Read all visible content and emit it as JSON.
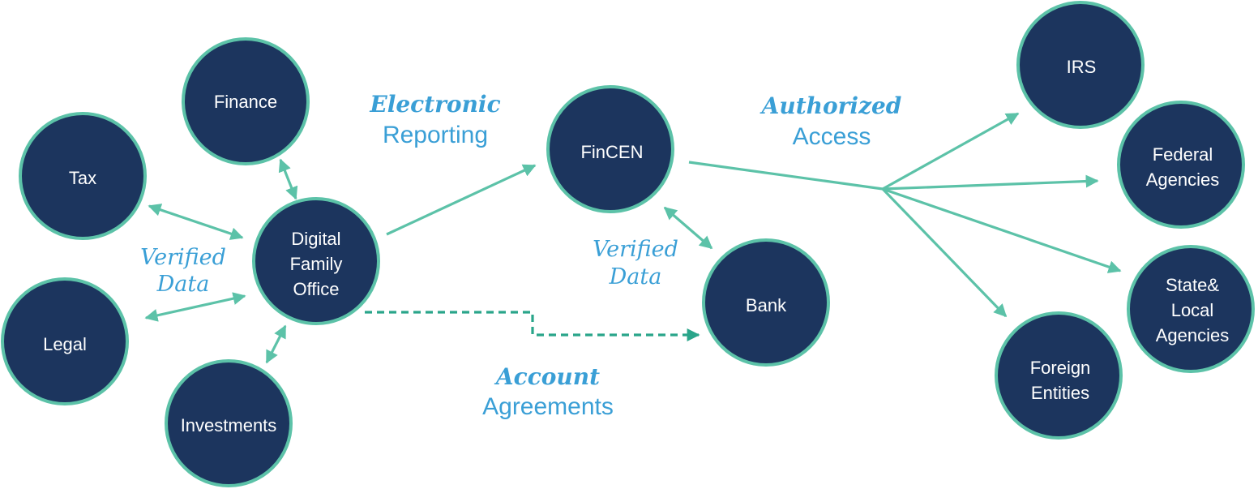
{
  "nodes": {
    "finance": "Finance",
    "tax": "Tax",
    "legal": "Legal",
    "investments": "Investments",
    "dfo": [
      "Digital",
      "Family",
      "Office"
    ],
    "fincen": "FinCEN",
    "bank": "Bank",
    "irs": "IRS",
    "federal": [
      "Federal",
      "Agencies"
    ],
    "state_local": [
      "State&",
      "Local",
      "Agencies"
    ],
    "foreign": [
      "Foreign",
      "Entities"
    ]
  },
  "labels": {
    "electronic_reporting": {
      "line1": "Electronic",
      "line2": "Reporting"
    },
    "authorized_access": {
      "line1": "Authorized",
      "line2": "Access"
    },
    "verified_data_left": {
      "line1": "Verified",
      "line2": "Data"
    },
    "verified_data_right": {
      "line1": "Verified",
      "line2": "Data"
    },
    "account_agreements": {
      "line1": "Account",
      "line2": "Agreements"
    }
  },
  "colors": {
    "node_fill": "#1c355e",
    "node_border": "#5cc2a8",
    "arrow": "#5cc2a8",
    "dashed_arrow": "#2aa58a",
    "label_text": "#3a9fd6"
  }
}
